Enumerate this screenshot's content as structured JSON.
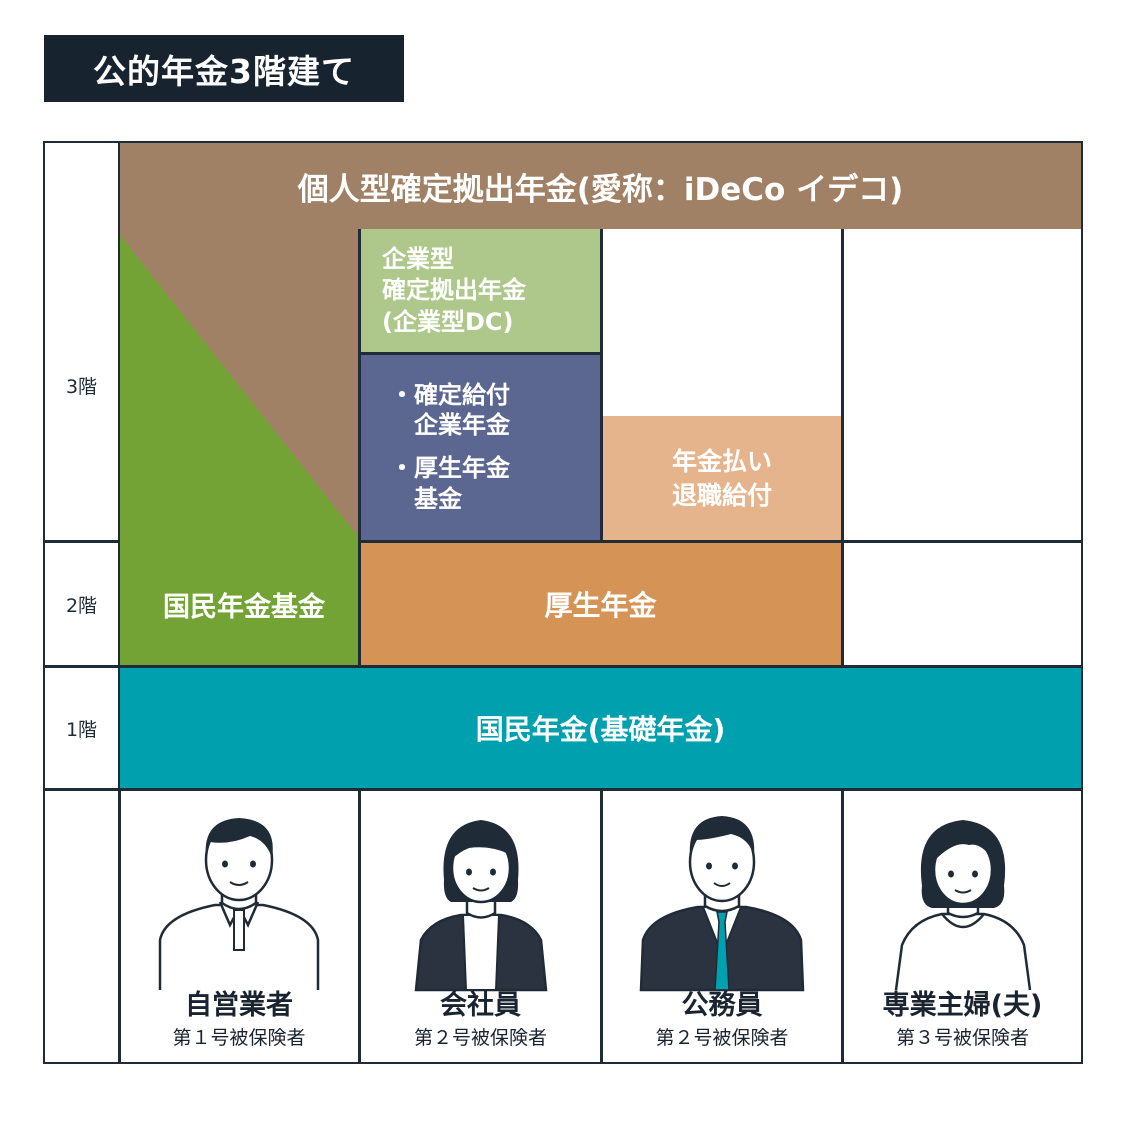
{
  "title": "公的年金3階建て",
  "floors": {
    "third": "3階",
    "second": "2階",
    "first": "1階"
  },
  "blocks": {
    "ideco": "個人型確定拠出年金(愛称：iDeCo イデコ)",
    "kokumin_kikin": "国民年金基金",
    "dc": [
      "企業型",
      "確定拠出年金",
      "(企業型DC)"
    ],
    "db": [
      "・確定給付",
      "　企業年金",
      "・厚生年金",
      "　基金"
    ],
    "retirement": [
      "年金払い",
      "退職給付"
    ],
    "kosei": "厚生年金",
    "kokumin": "国民年金(基礎年金)"
  },
  "workers": [
    {
      "label": "自営業者",
      "sub": "第１号被保険者",
      "icon": "self-employed-man-icon"
    },
    {
      "label": "会社員",
      "sub": "第２号被保険者",
      "icon": "office-worker-woman-icon"
    },
    {
      "label": "公務員",
      "sub": "第２号被保険者",
      "icon": "civil-servant-man-icon"
    },
    {
      "label": "専業主婦(夫)",
      "sub": "第３号被保険者",
      "icon": "homemaker-woman-icon"
    }
  ],
  "colors": {
    "ideco": "#a08165",
    "kokumin_kikin": "#74a335",
    "dc": "#aec88b",
    "db": "#5b6790",
    "retirement": "#e6b48c",
    "kosei": "#d69356",
    "kokumin": "#00a0ae",
    "title_bg": "#17232f"
  }
}
